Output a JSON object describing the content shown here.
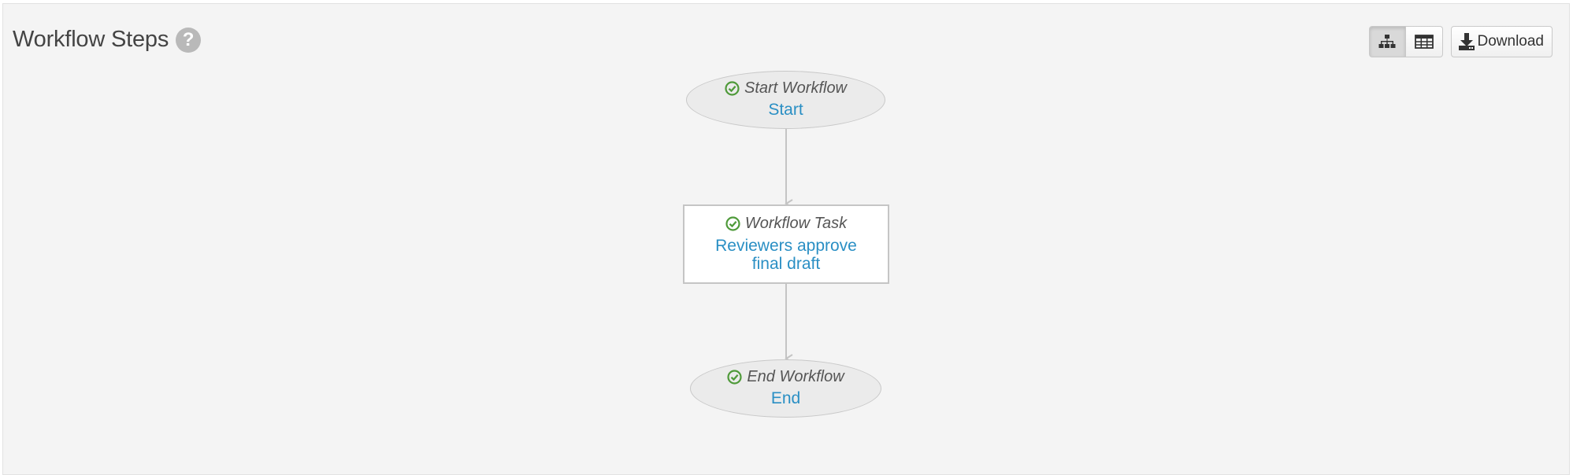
{
  "header": {
    "title": "Workflow Steps",
    "help_glyph": "?",
    "help_icon": "question-circle-icon"
  },
  "toolbar": {
    "diagram_view_icon": "sitemap-icon",
    "table_view_icon": "table-icon",
    "download_icon": "download-icon",
    "download_label": "Download",
    "active_view": "diagram"
  },
  "workflow": {
    "nodes": [
      {
        "type_label": "Start Workflow",
        "name": "Start",
        "status": "complete",
        "shape": "ellipse"
      },
      {
        "type_label": "Workflow Task",
        "name": "Reviewers approve final draft",
        "status": "complete",
        "shape": "rectangle"
      },
      {
        "type_label": "End Workflow",
        "name": "End",
        "status": "complete",
        "shape": "ellipse"
      }
    ],
    "edges": [
      [
        "Start",
        "Reviewers approve final draft"
      ],
      [
        "Reviewers approve final draft",
        "End"
      ]
    ]
  },
  "colors": {
    "panel_bg": "#f4f4f4",
    "link": "#2a8fc4",
    "status_complete": "#4f9a3a",
    "edge": "#c4c4c4"
  }
}
